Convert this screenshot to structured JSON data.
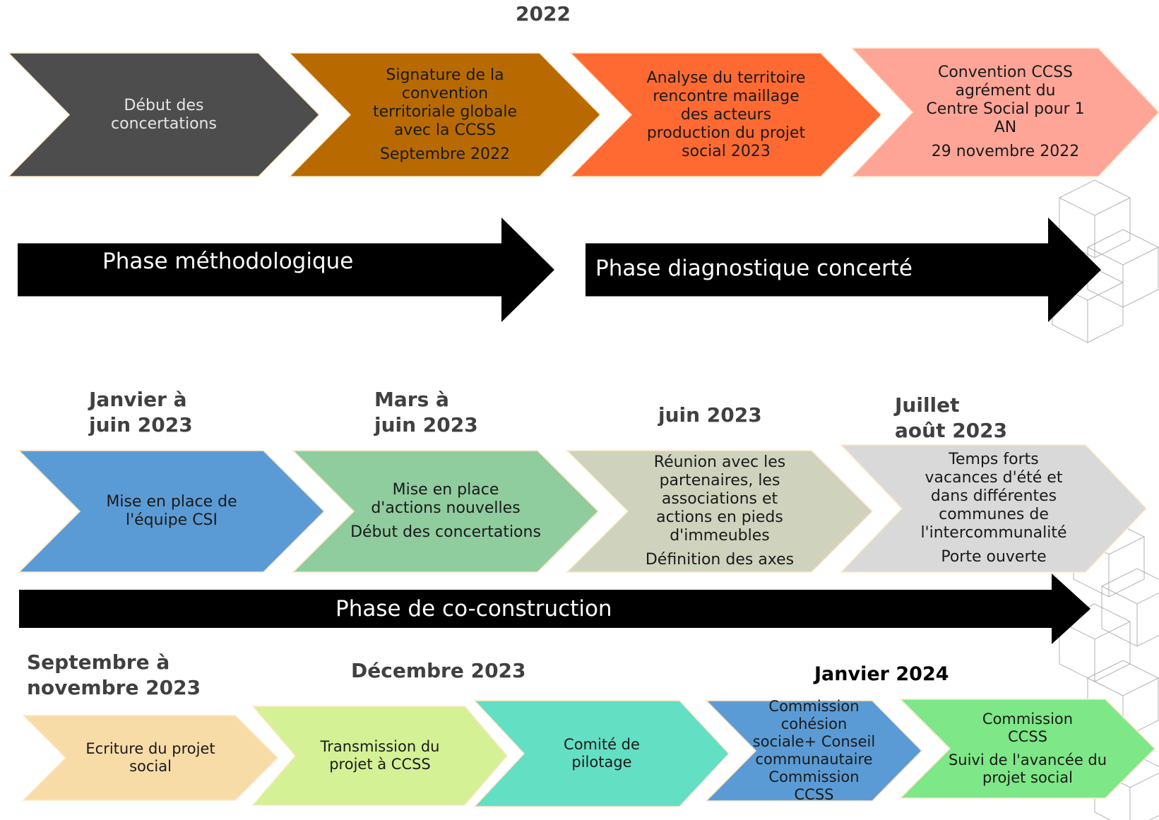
{
  "top_year": "2022",
  "row1": [
    {
      "lines": [
        "Début des",
        "concertations"
      ],
      "sub": "",
      "fill": "#4d4d4d",
      "text_color": "#e6e6e6"
    },
    {
      "lines": [
        "Signature de la",
        "convention",
        "territoriale globale",
        "avec la CCSS"
      ],
      "sub": "Septembre 2022",
      "fill": "#b86a00",
      "text_color": "#1a1a1a"
    },
    {
      "lines": [
        "Analyse du territoire",
        "rencontre maillage",
        "des acteurs",
        "production du projet",
        "social 2023"
      ],
      "sub": "",
      "fill": "#ff6a33",
      "text_color": "#1a1a1a"
    },
    {
      "lines": [
        "Convention CCSS",
        "agrément du",
        "Centre Social pour 1",
        "AN"
      ],
      "sub": "29 novembre 2022",
      "fill": "#ffa598",
      "text_color": "#1a1a1a"
    }
  ],
  "phase_methodologique": "Phase méthodologique",
  "phase_diagnostique": "Phase diagnostique concerté",
  "row2_dates": [
    {
      "lines": [
        "Janvier à",
        "juin 2023"
      ]
    },
    {
      "lines": [
        "Mars à",
        "juin 2023"
      ]
    },
    {
      "lines": [
        "juin 2023"
      ]
    },
    {
      "lines": [
        "Juillet",
        "août 2023"
      ]
    }
  ],
  "row2": [
    {
      "lines": [
        "Mise en place de",
        "l'équipe CSI"
      ],
      "sub": "",
      "fill": "#5b9bd5",
      "text_color": "#1a1a1a"
    },
    {
      "lines": [
        "Mise en place",
        "d'actions nouvelles"
      ],
      "sub": "Début des concertations",
      "fill": "#8fcc9e",
      "text_color": "#1a1a1a"
    },
    {
      "lines": [
        "Réunion avec les",
        "partenaires, les",
        "associations et",
        "actions en pieds",
        "d'immeubles"
      ],
      "sub": "Définition des axes",
      "fill": "#cfd3bd",
      "text_color": "#1a1a1a"
    },
    {
      "lines": [
        "Temps forts",
        "vacances d'été et",
        "dans différentes",
        "communes de",
        "l'intercommunalité"
      ],
      "sub": "Porte ouverte",
      "fill": "#d9d9d9",
      "text_color": "#1a1a1a"
    }
  ],
  "phase_coconstruction": "Phase de co-construction",
  "row3_dates": [
    {
      "lines": [
        "Septembre à",
        "novembre 2023"
      ]
    },
    {
      "lines": [
        "Décembre 2023"
      ]
    },
    {
      "lines": [
        "Janvier 2024"
      ]
    }
  ],
  "row3": [
    {
      "lines": [
        "Ecriture du projet",
        "social"
      ],
      "sub": "",
      "fill": "#f8dca8",
      "text_color": "#1a1a1a"
    },
    {
      "lines": [
        "Transmission du",
        "projet à CCSS"
      ],
      "sub": "",
      "fill": "#d4f196",
      "text_color": "#1a1a1a"
    },
    {
      "lines": [
        "Comité de",
        "pilotage"
      ],
      "sub": "",
      "fill": "#63dfc4",
      "text_color": "#1a1a1a"
    },
    {
      "lines": [
        "Commission cohésion",
        "sociale+ Conseil",
        "communautaire",
        "Commission CCSS"
      ],
      "sub": "",
      "fill": "#5b9bd5",
      "text_color": "#1a1a1a"
    },
    {
      "lines": [
        "Commission",
        "CCSS"
      ],
      "sub": "Suivi de l'avancée du projet social",
      "fill": "#7ee787",
      "text_color": "#1a1a1a"
    }
  ],
  "arrow_color": "#000000"
}
